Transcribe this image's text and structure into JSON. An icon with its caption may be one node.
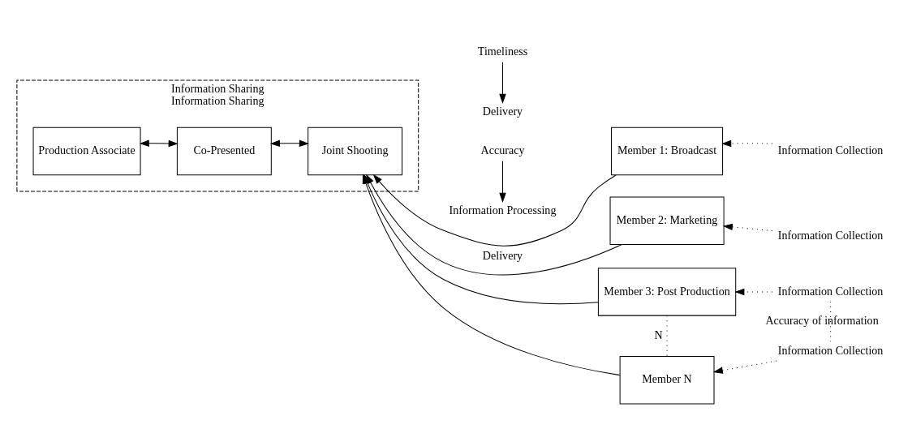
{
  "diagram": {
    "nodes": [
      {
        "text": [
          "Information Sharing",
          "Information Sharing"
        ]
      },
      {
        "text": [
          "Production Associate"
        ],
        "in": 0
      },
      {
        "text": [
          "Co-Presented"
        ],
        "in": 0
      },
      {
        "text": [
          "Joint Shooting"
        ],
        "in": 0
      },
      {
        "text": [
          "Member 1: Broadcast"
        ]
      },
      {
        "text": [
          "Member 2: Marketing"
        ]
      },
      {
        "text": [
          "Member 3: Post Production"
        ]
      },
      {
        "text": [
          "Member N"
        ]
      },
      {
        "text": [
          "Accuracy"
        ]
      },
      {
        "text": [
          "Information Processing"
        ]
      },
      {
        "text": [
          "Timeliness"
        ]
      },
      {
        "text": [
          "Delivery"
        ]
      },
      {
        "text": [
          "Information Collection"
        ]
      },
      {
        "text": [
          "Information Collection"
        ]
      },
      {
        "text": [
          "Information Collection"
        ]
      },
      {
        "text": [
          "Information Collection"
        ]
      }
    ],
    "edges": [
      {
        "from": 1,
        "to": 2,
        "arrow": "both"
      },
      {
        "from": 2,
        "to": 3,
        "arrow": "both"
      },
      {
        "from": 4,
        "to": 3,
        "arrow": "to"
      },
      {
        "from": 5,
        "to": 3,
        "arrow": "to",
        "label": "Delivery"
      },
      {
        "from": 6,
        "to": 3,
        "arrow": "to"
      },
      {
        "from": 7,
        "to": 3,
        "arrow": "to"
      },
      {
        "from": 8,
        "to": 9,
        "arrow": "to"
      },
      {
        "from": 10,
        "to": 11,
        "arrow": "to"
      },
      {
        "from": 12,
        "to": 4,
        "arrow": "to",
        "style": "dashed"
      },
      {
        "from": 13,
        "to": 5,
        "arrow": "to",
        "style": "dashed"
      },
      {
        "from": 14,
        "to": 6,
        "arrow": "to",
        "style": "dashed"
      },
      {
        "from": 15,
        "to": 7,
        "arrow": "to",
        "style": "dashed"
      },
      {
        "from": 6,
        "to": 7,
        "arrow": "none",
        "style": "dashed",
        "label": "N"
      },
      {
        "from": 14,
        "to": 15,
        "arrow": "none",
        "style": "dashed",
        "label": "Accuracy of information"
      }
    ]
  }
}
